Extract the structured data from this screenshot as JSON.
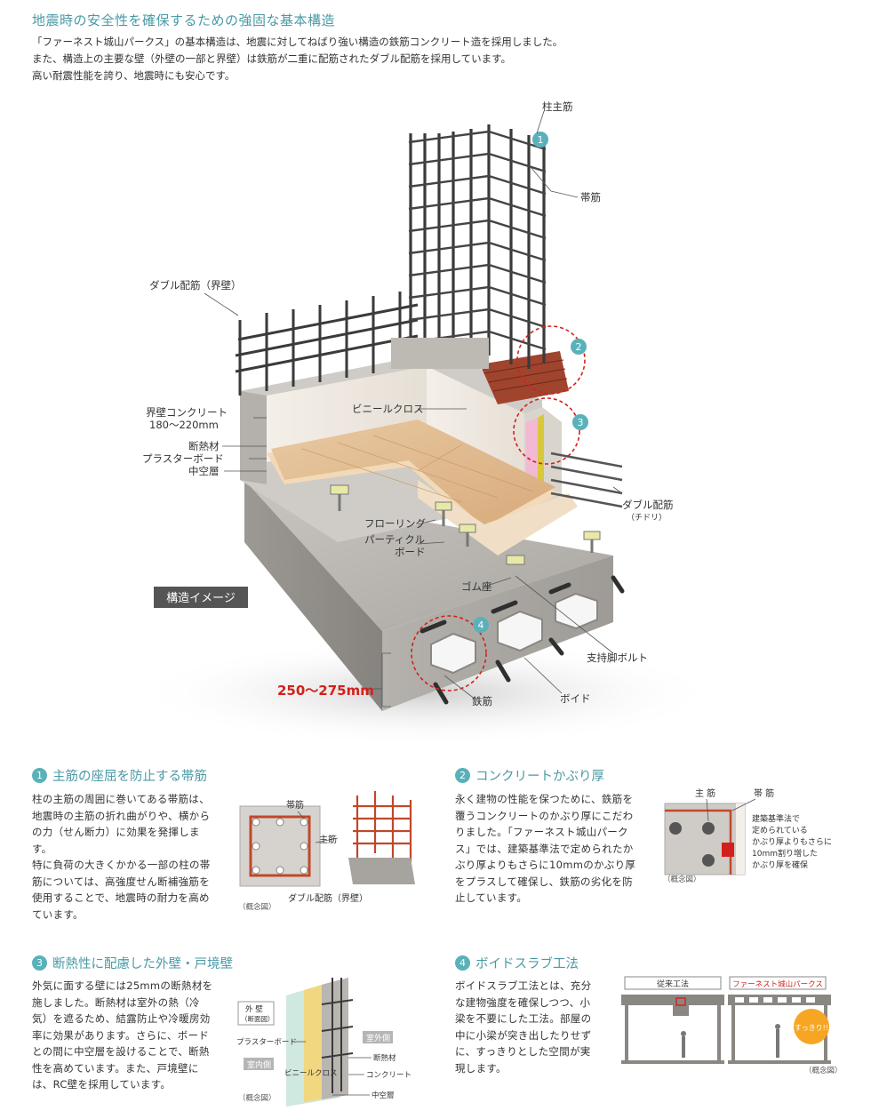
{
  "header": {
    "title": "地震時の安全性を確保するための強固な基本構造",
    "intro": [
      "「ファーネスト城山パークス」の基本構造は、地震に対してねばり強い構造の鉄筋コンクリート造を採用しました。",
      "また、構造上の主要な壁（外壁の一部と界壁）は鉄筋が二重に配筋されたダブル配筋を採用しています。",
      "高い耐震性能を誇り、地震時にも安心です。"
    ]
  },
  "diagram": {
    "labels": {
      "hashira": "柱主筋",
      "obikin": "帯筋",
      "double_kaiheki": "ダブル配筋（界壁）",
      "kaiheki_concrete": "界壁コンクリート",
      "kaiheki_thickness": "180～220mm",
      "dannetsu": "断熱材",
      "plaster": "プラスターボード",
      "chukuso": "中空層",
      "vinyl": "ビニールクロス",
      "double": "ダブル配筋",
      "chidori": "（チドリ）",
      "flooring": "フローリング",
      "particle1": "パーティクル",
      "particle2": "ボード",
      "gomu": "ゴム座",
      "bolt": "支持脚ボルト",
      "void": "ボイド",
      "tekkin": "鉄筋",
      "image_tag": "構造イメージ",
      "slab": "250～275mm"
    },
    "markers": [
      "1",
      "2",
      "3",
      "4"
    ]
  },
  "sections": {
    "s1": {
      "num": "1",
      "title": "主筋の座屈を防止する帯筋",
      "lines": [
        "柱の主筋の周囲に巻いてある帯筋は、",
        "地震時の主筋の折れ曲がりや、横から",
        "の力（せん断力）に効果を発揮しま",
        "す。",
        "特に負荷の大きくかかる一部の柱の帯",
        "筋については、高強度せん断補強筋を",
        "使用することで、地震時の耐力を高め",
        "ています。"
      ],
      "fig": {
        "obikin": "帯筋",
        "shukin": "主筋",
        "note": "（概念図）",
        "caption": "ダブル配筋（界壁）"
      }
    },
    "s2": {
      "num": "2",
      "title": "コンクリートかぶり厚",
      "lines": [
        "永く建物の性能を保つために、鉄筋を",
        "覆うコンクリートのかぶり厚にこだわ",
        "りました。「ファーネスト城山パーク",
        "ス」では、建築基準法で定められたか",
        "ぶり厚よりもさらに10mmのかぶり厚",
        "をプラスして確保し、鉄筋の劣化を防",
        "止しています。"
      ],
      "fig": {
        "shukin": "主 筋",
        "obikin": "帯 筋",
        "note": "（概念図）",
        "explain": [
          "建築基準法で",
          "定められている",
          "かぶり厚よりもさらに",
          "10mm割り増した",
          "かぶり厚を確保"
        ]
      }
    },
    "s3": {
      "num": "3",
      "title": "断熱性に配慮した外壁・戸境壁",
      "lines": [
        "外気に面する壁には25mmの断熱材を",
        "施しました。断熱材は室外の熱（冷",
        "気）を遮るため、結露防止や冷暖房効",
        "率に効果があります。さらに、ボード",
        "との間に中空層を設けることで、断熱",
        "性を高めています。また、戸境壁に",
        "は、RC壁を採用しています。"
      ],
      "fig": {
        "gaiheki": "外 壁",
        "danmen": "（断面図）",
        "plaster": "プラスターボード",
        "shitsugai": "室外側",
        "shitsunai": "室内側",
        "dannetsu": "断熱材",
        "vinyl": "ビニールクロス",
        "concrete": "コンクリート",
        "chukuso": "中空層",
        "note": "（概念図）"
      }
    },
    "s4": {
      "num": "4",
      "title": "ボイドスラブ工法",
      "lines": [
        "ボイドスラブ工法とは、充分",
        "な建物強度を確保しつつ、小",
        "梁を不要にした工法。部屋の",
        "中に小梁が突き出したりせず",
        "に、すっきりとした空間が実",
        "現します。"
      ],
      "fig": {
        "conventional": "従来工法",
        "furnest": "ファーネスト城山パークス",
        "sukkiri": "すっきり!!",
        "note": "（概念図）"
      }
    }
  },
  "colors": {
    "accent": "#4a9aa5",
    "marker": "#5ab1b9",
    "red": "#d2211c"
  }
}
